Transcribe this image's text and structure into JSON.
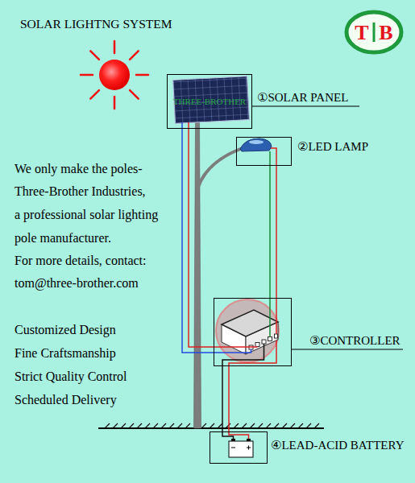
{
  "diagram": {
    "title": "SOLAR LIGHTNG SYSTEM",
    "nodes": [
      {
        "text": [
          "THREE-BROTHER",
          "①SOLAR PANEL"
        ]
      },
      {
        "text": [
          "②LED LAMP"
        ]
      },
      {
        "text": [
          "③CONTROLLER"
        ]
      },
      {
        "text": [
          "④LEAD-ACID BATTERY"
        ]
      }
    ],
    "edges": [
      {
        "from": 0,
        "to": 2,
        "arrow": "none"
      },
      {
        "from": 1,
        "to": 2,
        "arrow": "none"
      },
      {
        "from": 3,
        "to": 2,
        "arrow": "none"
      }
    ],
    "labels": [
      "T",
      "B",
      "We only make the poles-",
      "Three-Brother Industries,",
      "a professional solar lighting",
      "pole manufacturer.",
      "For more details, contact:",
      "tom@three-brother.com",
      "Customized Design",
      "Fine Craftsmanship",
      "Strict Quality Control",
      "Scheduled Delivery"
    ]
  }
}
